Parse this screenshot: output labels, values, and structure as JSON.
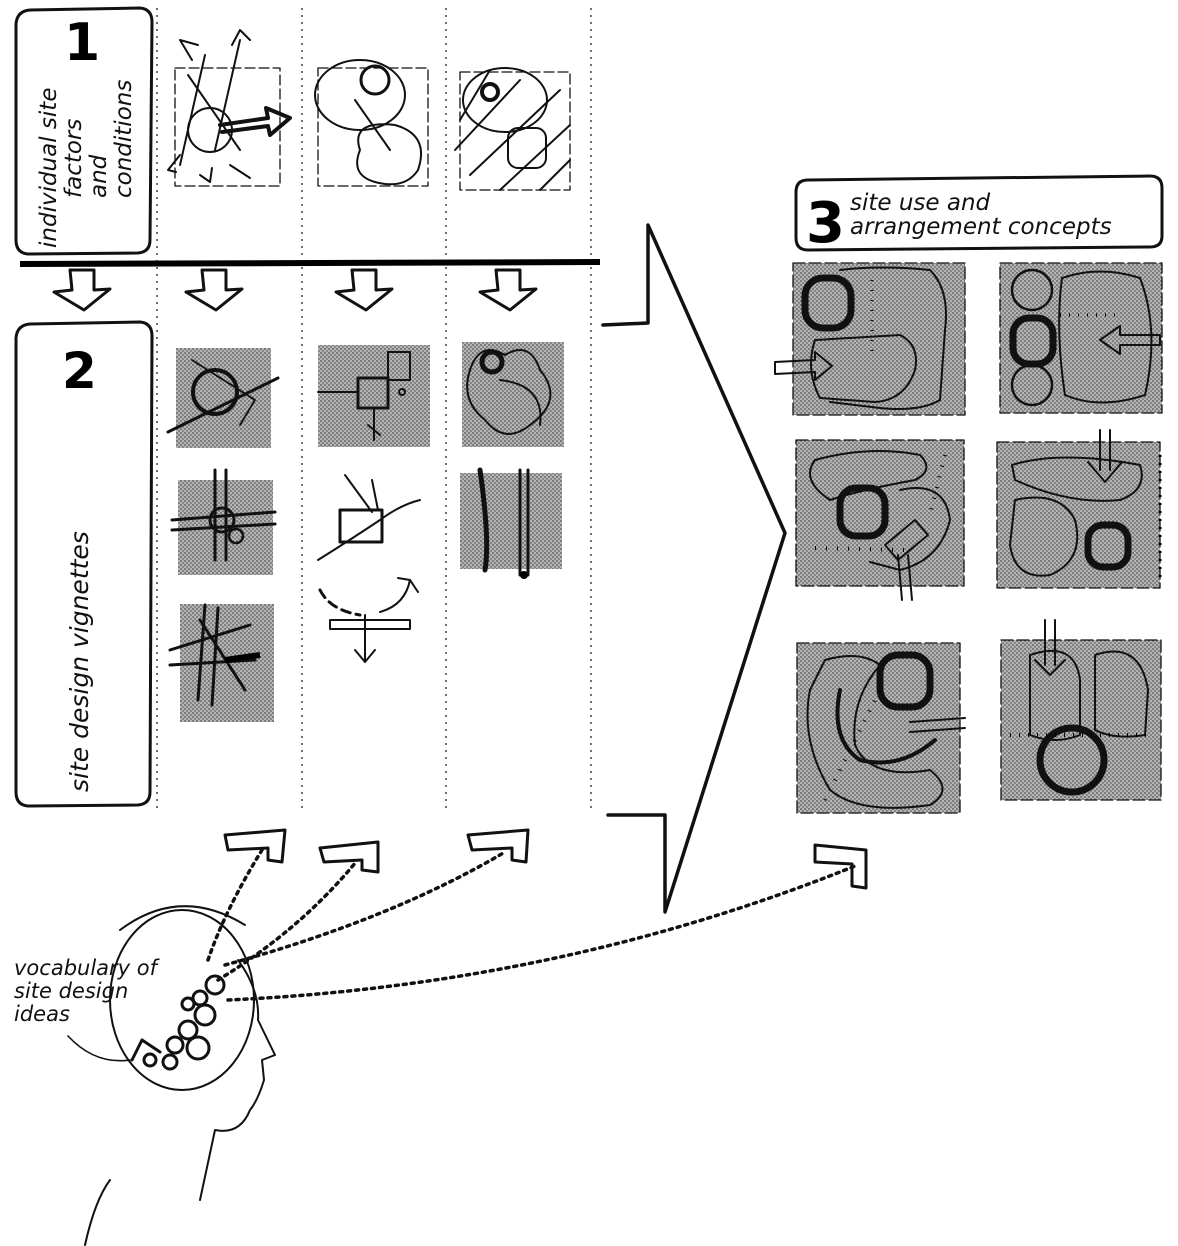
{
  "panel_1": {
    "number": "1",
    "label_lines": [
      "individual site",
      "factors",
      "and",
      "conditions"
    ]
  },
  "panel_2": {
    "number": "2",
    "label": "site design vignettes"
  },
  "panel_3": {
    "number": "3",
    "label_lines": [
      "site use and",
      "arrangement concepts"
    ]
  },
  "vocabulary": {
    "label_lines": [
      "vocabulary of",
      "site design",
      "ideas"
    ]
  },
  "colors": {
    "ink": "#111111",
    "tone": "#9a9a9a",
    "paper": "#ffffff"
  }
}
